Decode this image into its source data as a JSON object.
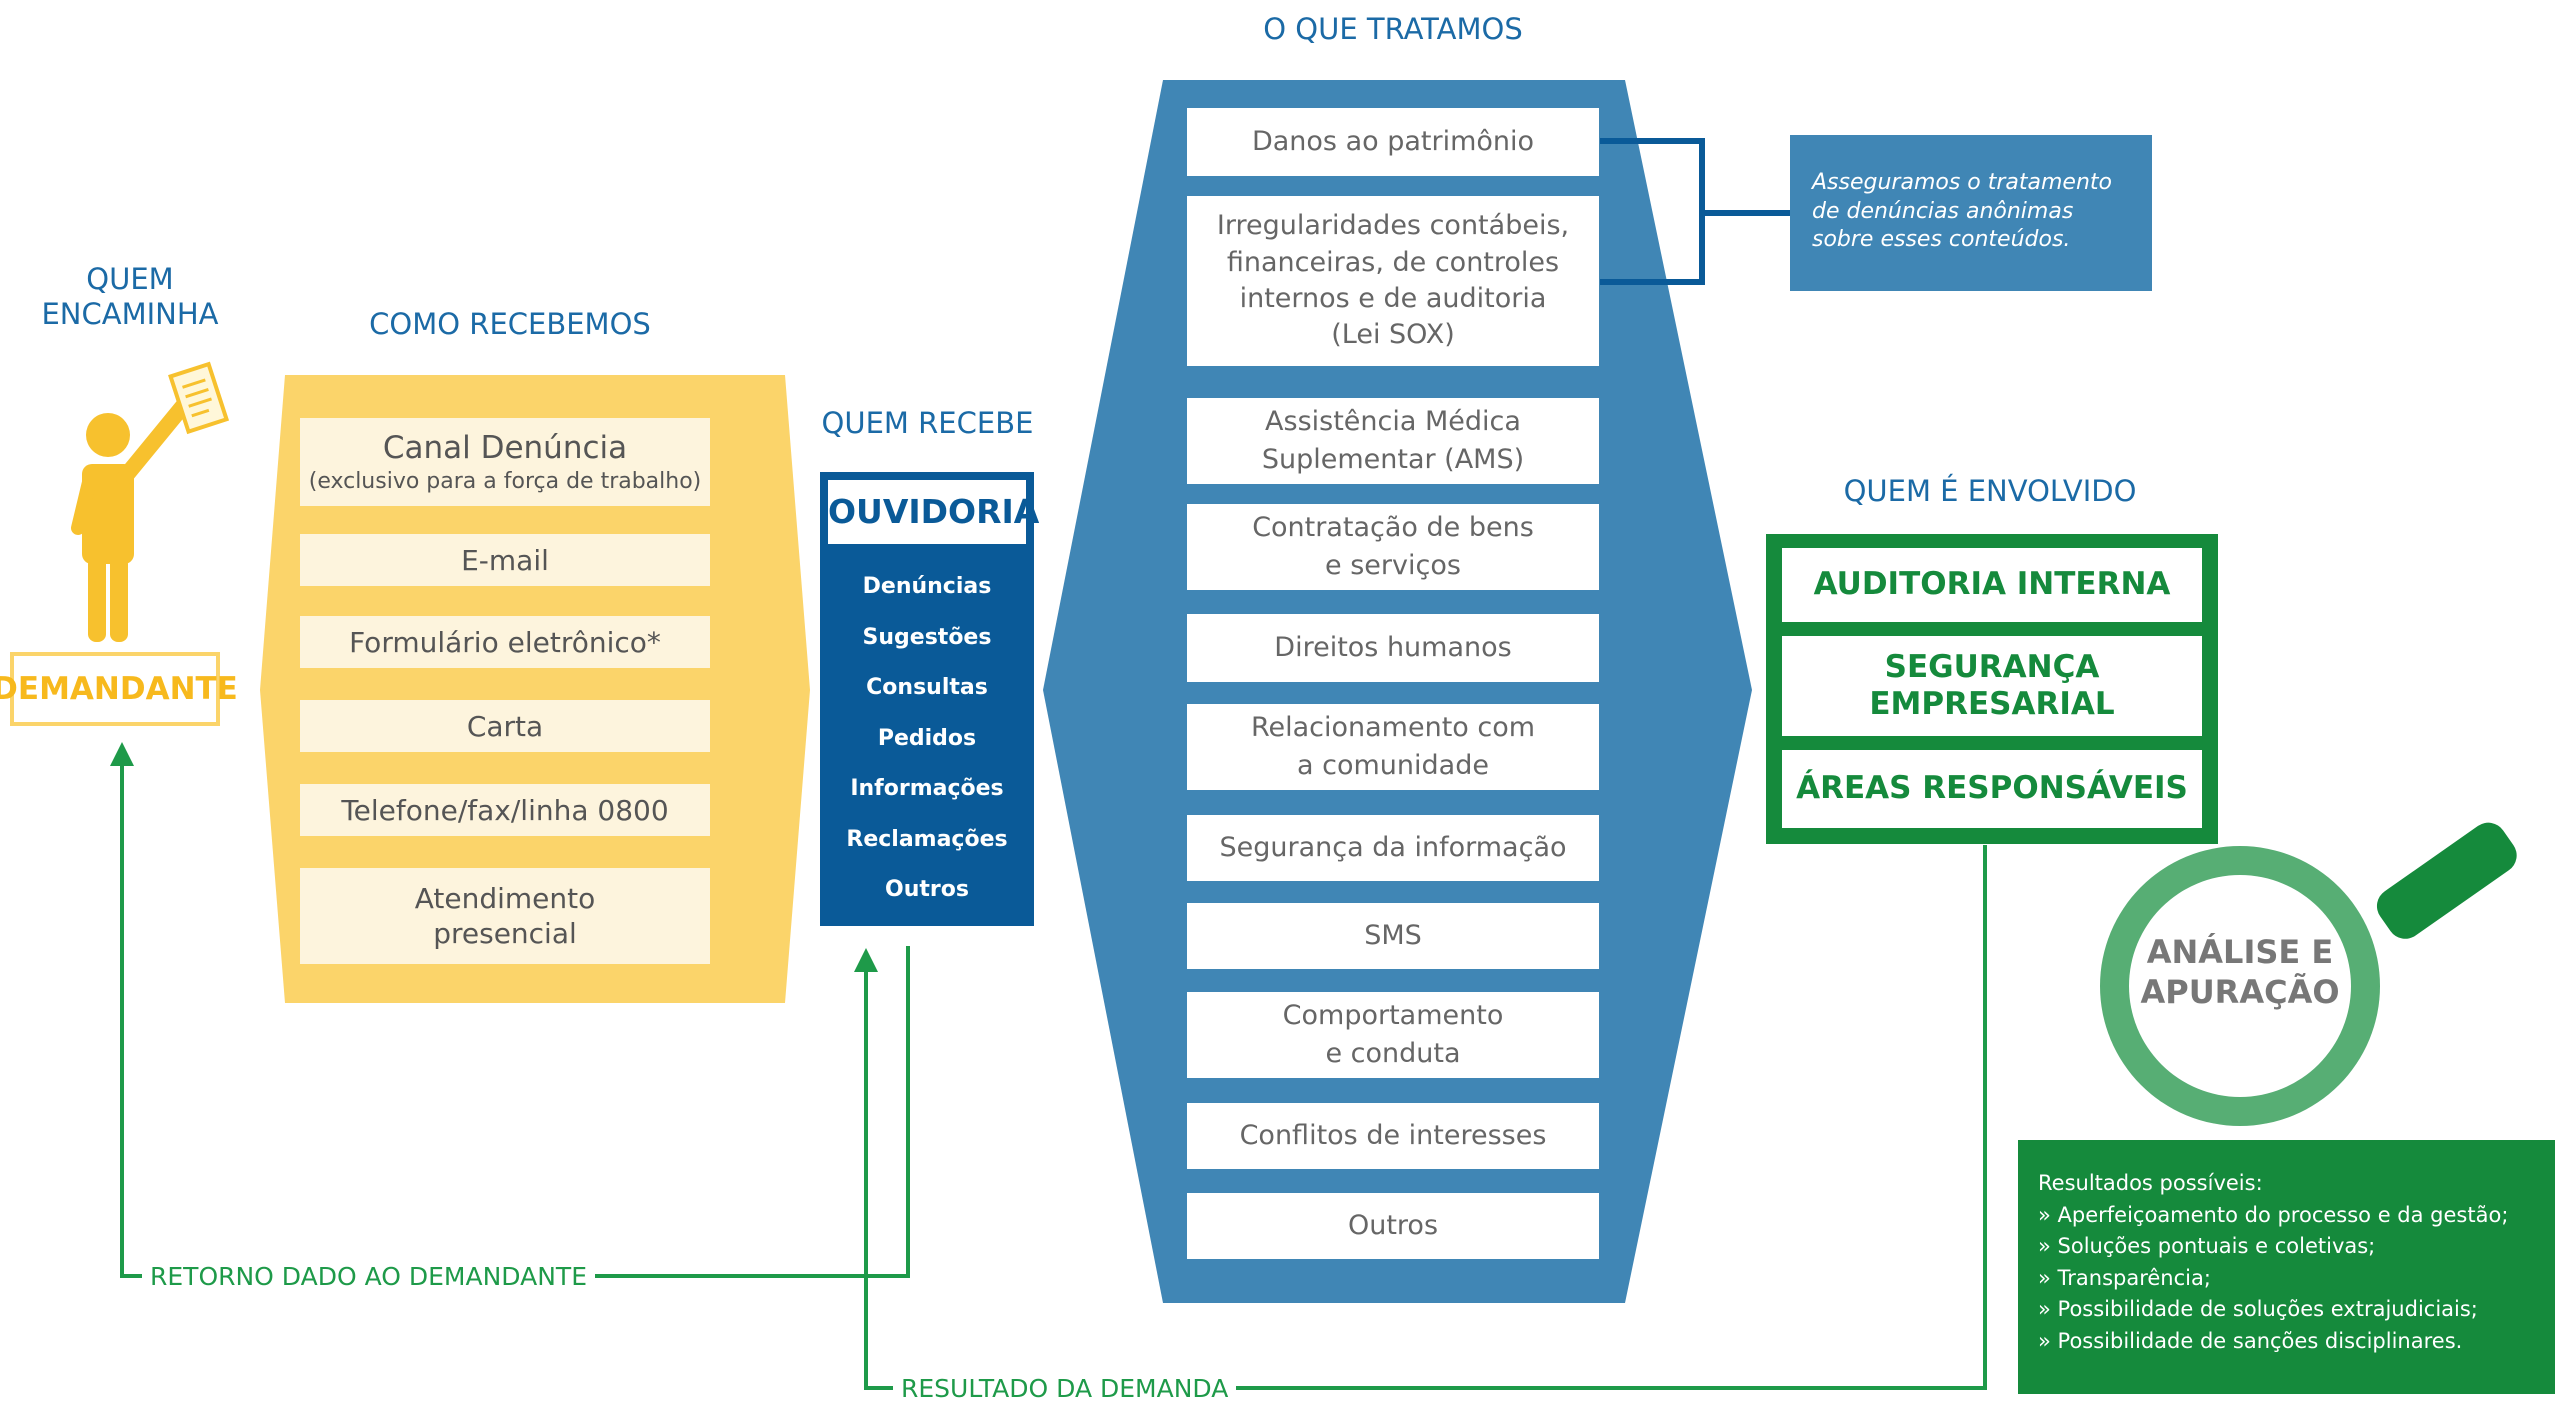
{
  "colors": {
    "yellow": "#fbd46a",
    "yellow_text": "#f7b91d",
    "blue_dark": "#0a5a98",
    "blue_mid": "#4086b5",
    "green_dark": "#158a3c",
    "green_light": "#57ae74",
    "green_line": "#1e9a49",
    "header_blue": "#1b6aa6"
  },
  "headers": {
    "quem_encaminha": "QUEM\nENCAMINHA",
    "como_recebemos": "COMO RECEBEMOS",
    "quem_recebe": "QUEM RECEBE",
    "o_que_tratamos": "O QUE TRATAMOS",
    "quem_envolvido": "QUEM É ENVOLVIDO"
  },
  "demandante": {
    "label": "DEMANDANTE",
    "icon": "person-holding-document-icon"
  },
  "channels": [
    {
      "title": "Canal Denúncia",
      "subtitle": "(exclusivo para a força de trabalho)"
    },
    {
      "title": "E-mail",
      "subtitle": ""
    },
    {
      "title": "Formulário eletrônico*",
      "subtitle": ""
    },
    {
      "title": "Carta",
      "subtitle": ""
    },
    {
      "title": "Telefone/fax/linha 0800",
      "subtitle": ""
    },
    {
      "title": "Atendimento\npresencial",
      "subtitle": ""
    }
  ],
  "ouvidoria": {
    "title": "OUVIDORIA",
    "items": [
      "Denúncias",
      "Sugestões",
      "Consultas",
      "Pedidos",
      "Informações",
      "Reclamações",
      "Outros"
    ]
  },
  "topics": [
    "Danos ao patrimônio",
    "Irregularidades contábeis,\nfinanceiras, de controles\ninternos e de auditoria\n(Lei SOX)",
    "Assistência Médica\nSuplementar (AMS)",
    "Contratação de bens\ne serviços",
    "Direitos humanos",
    "Relacionamento com\na comunidade",
    "Segurança da informação",
    "SMS",
    "Comportamento\ne conduta",
    "Conflitos de interesses",
    "Outros"
  ],
  "anonymous_note": "Asseguramos o tratamento\nde denúncias anônimas\nsobre esses conteúdos.",
  "involved": [
    "AUDITORIA INTERNA",
    "SEGURANÇA\nEMPRESARIAL",
    "ÁREAS RESPONSÁVEIS"
  ],
  "analysis": {
    "label": "ANÁLISE E\nAPURAÇÃO",
    "icon": "magnifying-glass-icon"
  },
  "results": {
    "title": "Resultados possíveis:",
    "items": [
      "» Aperfeiçoamento do processo e da gestão;",
      "» Soluções pontuais e coletivas;",
      "» Transparência;",
      "» Possibilidade de soluções extrajudiciais;",
      "» Possibilidade de sanções disciplinares."
    ]
  },
  "flows": {
    "retorno": "RETORNO DADO AO DEMANDANTE",
    "resultado": "RESULTADO DA DEMANDA"
  }
}
